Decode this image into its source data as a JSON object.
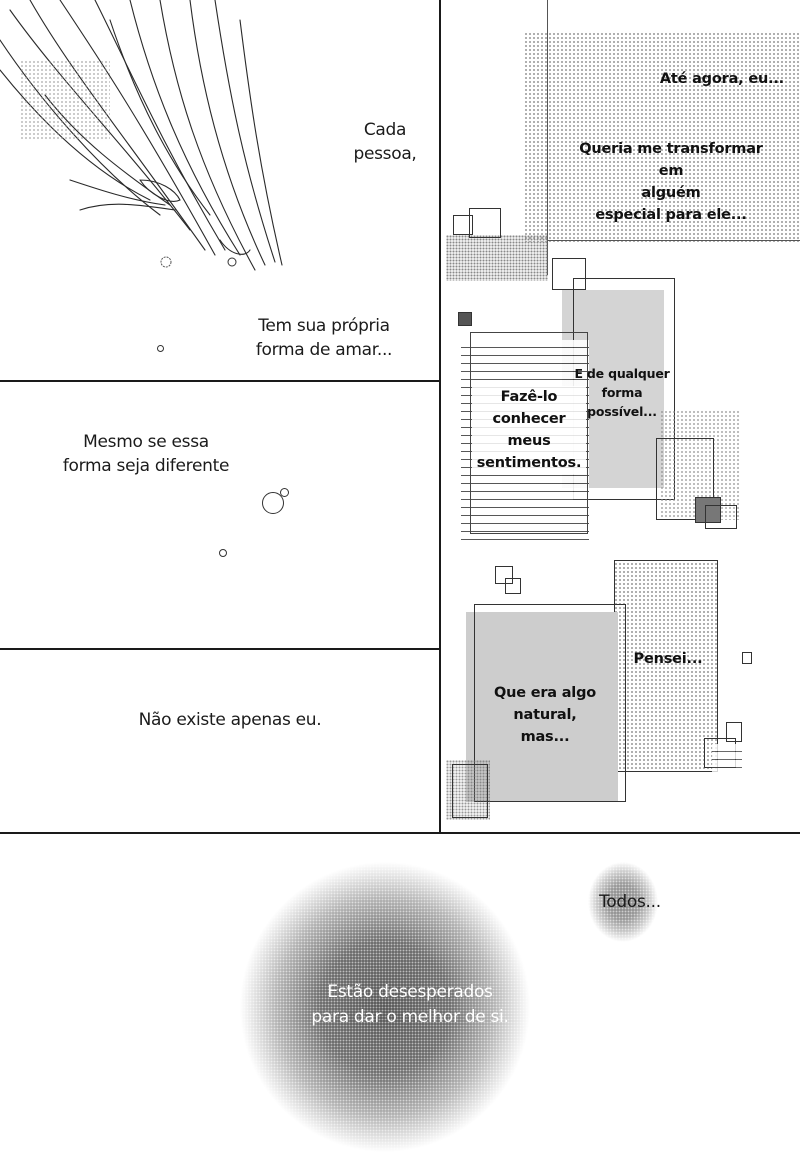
{
  "panels": {
    "top_left": {
      "caption_cada": "Cada\npessoa,",
      "caption_tem": "Tem sua própria\nforma de amar..."
    },
    "middle_left": {
      "caption_mesmo": "Mesmo se essa\nforma seja diferente"
    },
    "lower_left": {
      "caption_nao": "Não existe apenas eu."
    },
    "right_column": {
      "caption_ate": "Até agora, eu...",
      "caption_queria": "Queria me transformar em\nalguém\nespecial para ele...",
      "caption_qualquer": "E de qualquer\nforma\npossível...",
      "caption_fazelo": "Fazê-lo\nconhecer\nmeus\nsentimentos.",
      "caption_pensei": "Pensei...",
      "caption_natural": "Que era algo\nnatural,\nmas..."
    },
    "bottom": {
      "caption_todos": "Todos...",
      "caption_estao": "Estão desesperados\npara dar o melhor de si."
    }
  }
}
